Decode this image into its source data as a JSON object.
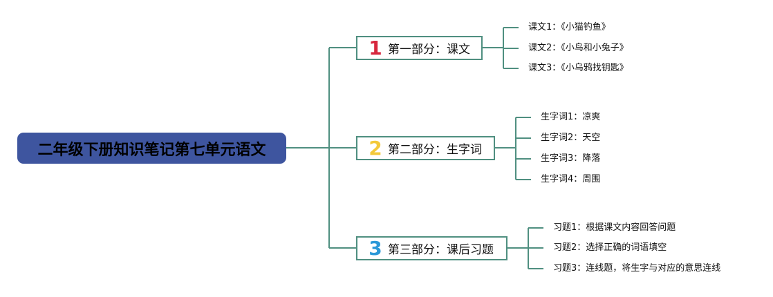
{
  "root": {
    "label": "二年级下册知识笔记第七单元语文"
  },
  "branches": [
    {
      "number": "1",
      "number_color": "#d7263d",
      "label": "第一部分：课文",
      "leaves": [
        "课文1：《小猫钓鱼》",
        "课文2：《小鸟和小兔子》",
        "课文3：《小乌鸦找钥匙》"
      ]
    },
    {
      "number": "2",
      "number_color": "#f3c93a",
      "label": "第二部分：生字词",
      "leaves": [
        "生字词1：凉爽",
        "生字词2：天空",
        "生字词3：降落",
        "生字词4：周围"
      ]
    },
    {
      "number": "3",
      "number_color": "#2a98d8",
      "label": "第三部分：课后习题",
      "leaves": [
        "习题1：根据课文内容回答问题",
        "习题2：选择正确的词语填空",
        "习题3：连线题，将生字与对应的意思连线"
      ]
    }
  ],
  "colors": {
    "root_fill": "#3e559f",
    "connector": "#4f8f80"
  }
}
